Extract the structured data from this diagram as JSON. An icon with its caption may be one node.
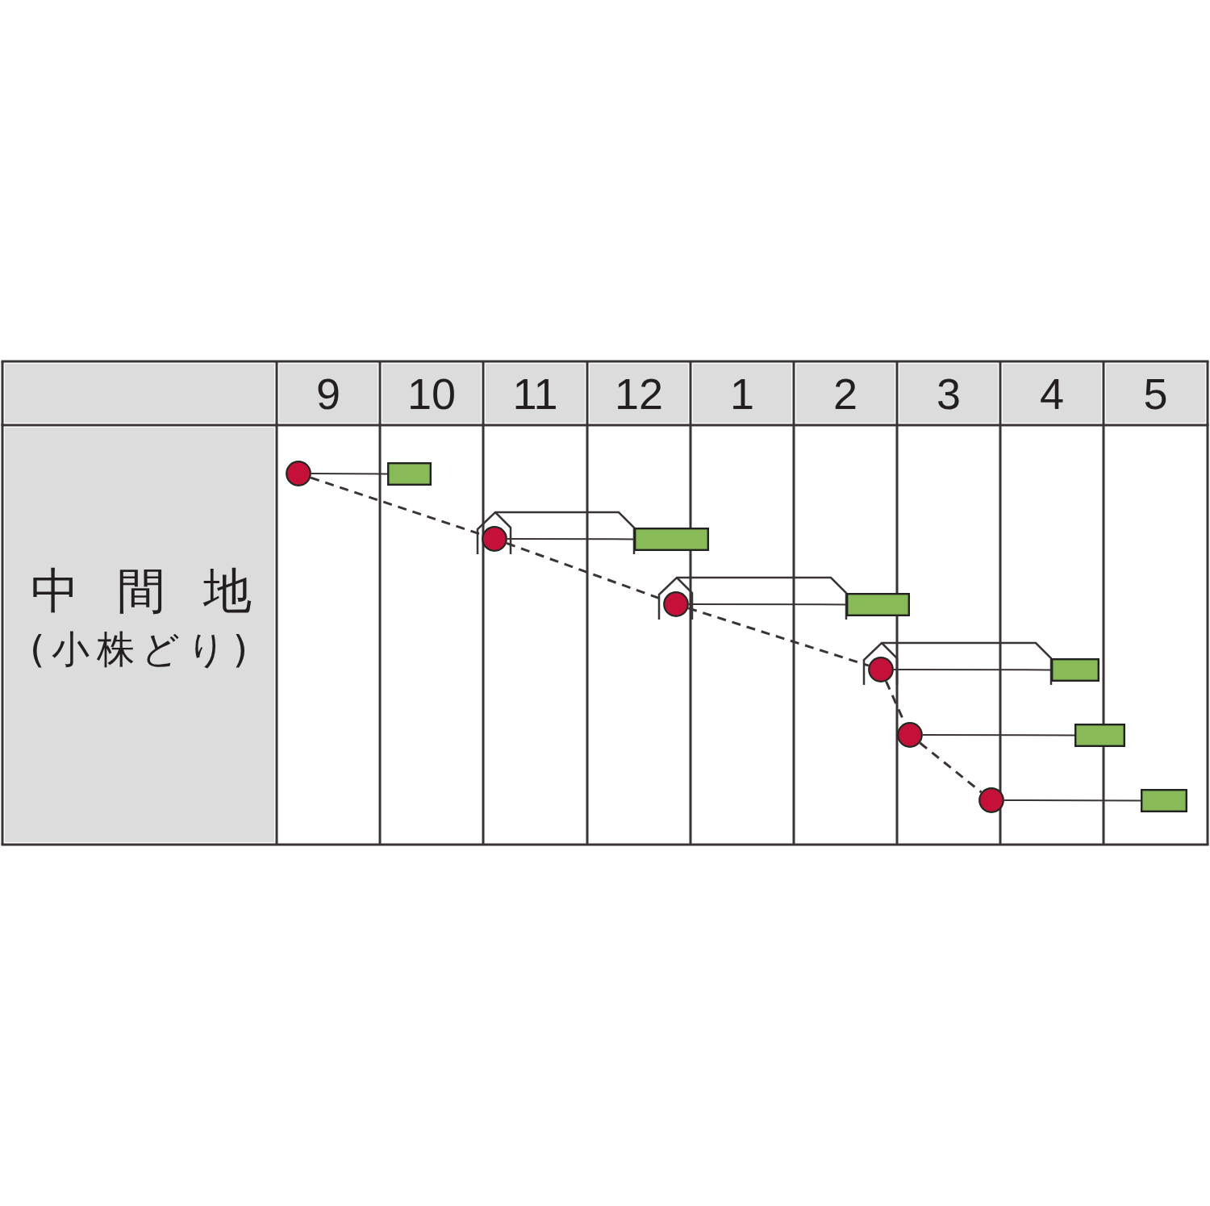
{
  "diagram": {
    "nodes": [
      {
        "text": [],
        "shape": "circle"
      },
      {
        "text": [],
        "shape": "bar"
      },
      {
        "text": [],
        "shape": "circle"
      },
      {
        "text": [],
        "shape": "bar"
      },
      {
        "text": [],
        "shape": "circle"
      },
      {
        "text": [],
        "shape": "bar"
      },
      {
        "text": [],
        "shape": "circle"
      },
      {
        "text": [],
        "shape": "bar"
      },
      {
        "text": [],
        "shape": "circle"
      },
      {
        "text": [],
        "shape": "bar"
      },
      {
        "text": [],
        "shape": "circle"
      },
      {
        "text": [],
        "shape": "bar"
      }
    ],
    "edges": [
      {
        "from": 0,
        "to": 1,
        "arrow": "none"
      },
      {
        "from": 2,
        "to": 3,
        "arrow": "none"
      },
      {
        "from": 4,
        "to": 5,
        "arrow": "none"
      },
      {
        "from": 6,
        "to": 7,
        "arrow": "none"
      },
      {
        "from": 8,
        "to": 9,
        "arrow": "none"
      },
      {
        "from": 10,
        "to": 11,
        "arrow": "none"
      },
      {
        "from": 0,
        "to": 2,
        "arrow": "none",
        "style": "dashed"
      },
      {
        "from": 2,
        "to": 4,
        "arrow": "none",
        "style": "dashed"
      },
      {
        "from": 4,
        "to": 6,
        "arrow": "none",
        "style": "dashed"
      },
      {
        "from": 6,
        "to": 8,
        "arrow": "none",
        "style": "dashed"
      },
      {
        "from": 8,
        "to": 10,
        "arrow": "none",
        "style": "dashed"
      }
    ],
    "labels": [
      "9",
      "10",
      "11",
      "12",
      "1",
      "2",
      "3",
      "4",
      "5",
      "中間地",
      "(小株どり)"
    ]
  }
}
